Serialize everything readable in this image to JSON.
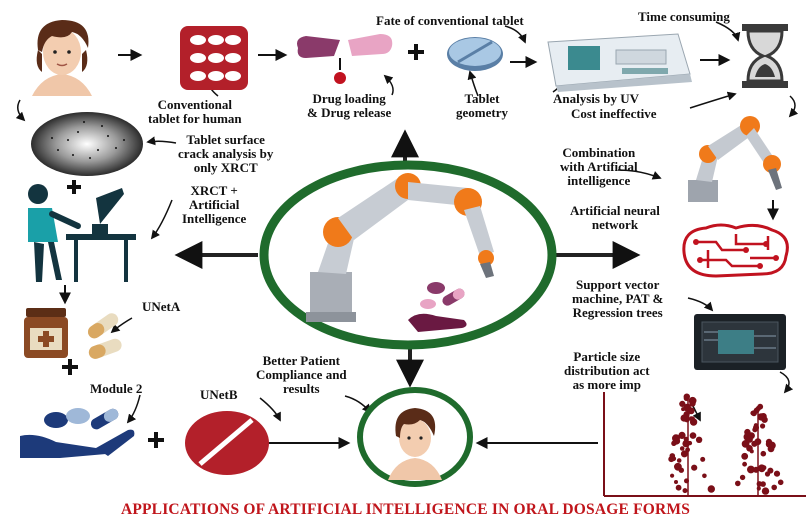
{
  "labels": {
    "fate_conventional": "Fate of conventional tablet",
    "time_consuming": "Time consuming",
    "conventional_tablet": [
      "Conventional",
      "tablet for human"
    ],
    "drug_loading": [
      "Drug loading",
      "& Drug release"
    ],
    "tablet_geometry": [
      "Tablet",
      "geometry"
    ],
    "analysis_uv": "Analysis by UV",
    "cost_ineffective": "Cost ineffective",
    "surface_crack": [
      "Tablet surface",
      "crack analysis by",
      "only XRCT"
    ],
    "xrct_ai": [
      "XRCT +",
      "Artificial",
      "Intelligence"
    ],
    "combination_ai": [
      "Combination",
      "with Artificial",
      "intelligence"
    ],
    "ann": [
      "Artificial neural",
      "network"
    ],
    "svm": [
      "Support vector",
      "machine, PAT &",
      "Regression trees"
    ],
    "unet_a": "UNetA",
    "module2": "Module 2",
    "unet_b": "UNetB",
    "better_patient": [
      "Better Patient",
      "Compliance and",
      "results"
    ],
    "particle_size": [
      "Particle size",
      "distribution act",
      "as more imp"
    ]
  },
  "footer": "APPLICATIONS OF ARTIFICIAL INTELLIGENCE IN ORAL DOSAGE FORMS",
  "colors": {
    "green_ring": "#1f6b2c",
    "robot_orange": "#f07a1a",
    "robot_gray": "#b9bec6",
    "tablet_red": "#b3202a",
    "capsule_purple": "#8a3a6a",
    "footer_red": "#c0151b",
    "hand_navy": "#1d3a7a",
    "scatter_red": "#7a0f18"
  },
  "icons": [
    "human-face-icon",
    "tablet-blister-icon",
    "capsule-split-icon",
    "round-tablet-icon",
    "uv-spectrometer-icon",
    "hourglass-icon",
    "xrct-scan-icon",
    "scientist-computer-icon",
    "robot-arm-icon",
    "neural-brain-icon",
    "processor-chip-icon",
    "medicine-bottle-icon",
    "hand-pills-icon",
    "red-tablet-icon",
    "scatter-plot-icon"
  ]
}
